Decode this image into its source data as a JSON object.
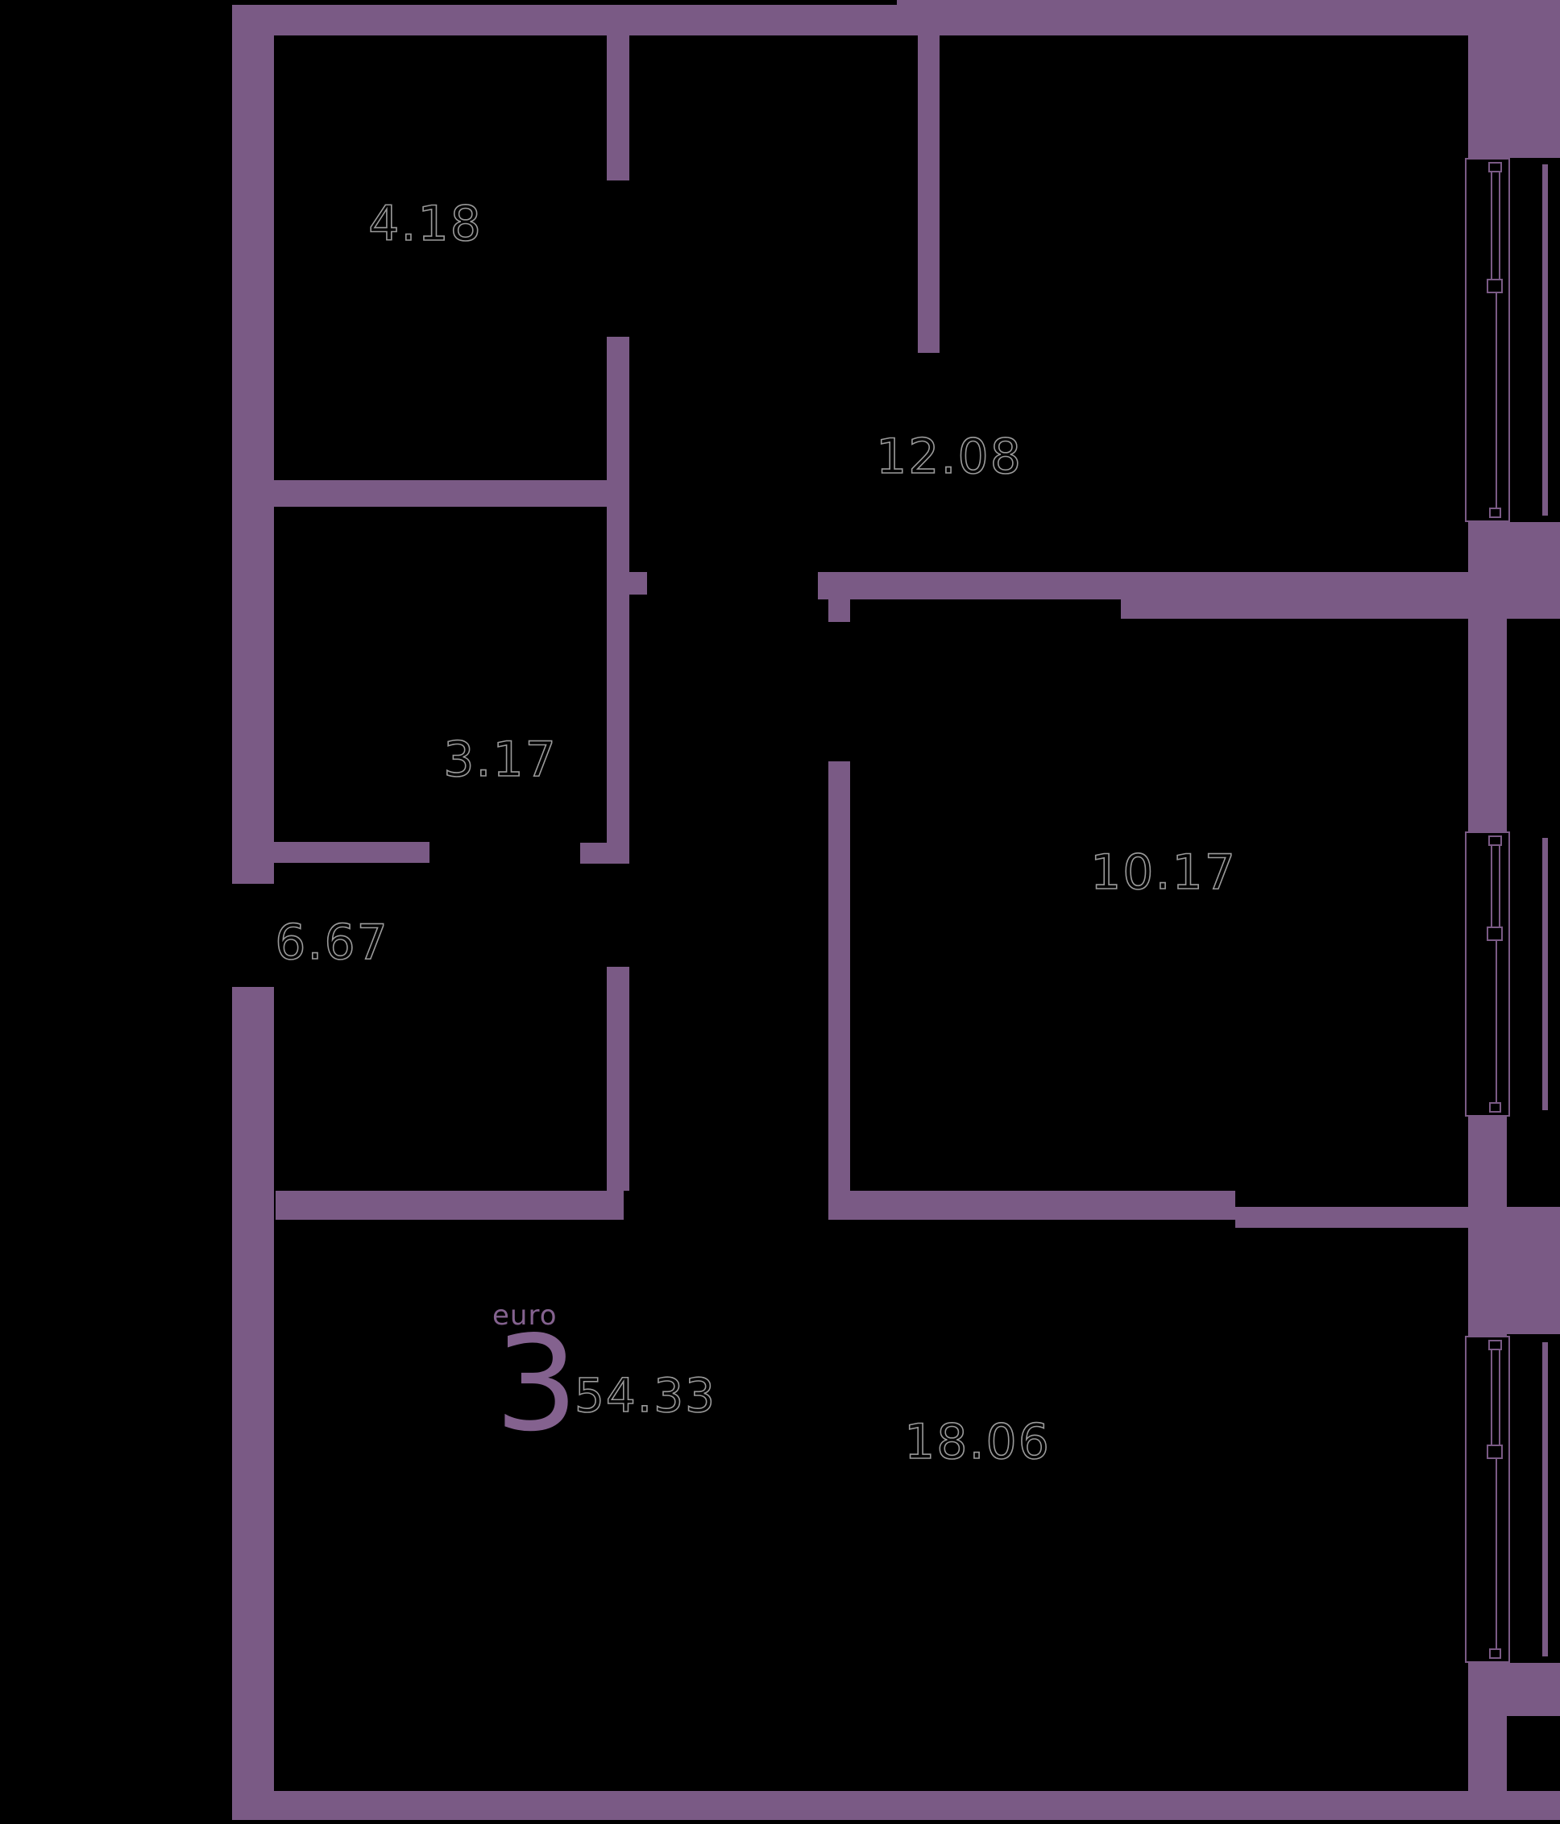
{
  "plan": {
    "colors": {
      "background": "#000000",
      "wall": "#7a5a85",
      "accent": "#84628f",
      "area_outline": "#9a9a9a"
    }
  },
  "rooms": [
    {
      "id": "top-left-room",
      "area": "4.18"
    },
    {
      "id": "left-middle-room",
      "area": "3.17"
    },
    {
      "id": "hallway",
      "area": "6.67"
    },
    {
      "id": "top-right-room",
      "area": "12.08"
    },
    {
      "id": "right-middle-room",
      "area": "10.17"
    },
    {
      "id": "living-room",
      "area": "18.06"
    }
  ],
  "unit_badge": {
    "layout_label": "euro",
    "rooms_count": "3",
    "total_area": "54.33"
  }
}
